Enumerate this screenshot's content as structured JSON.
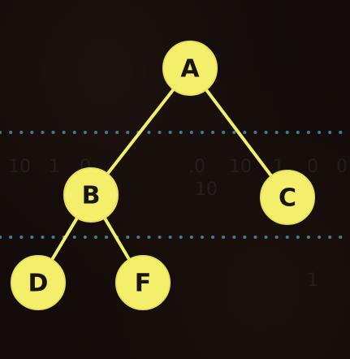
{
  "colors": {
    "background": "#120b09",
    "node_fill": "#f4ef6b",
    "node_stroke": "#e9e35a",
    "edge": "#f4ef6b",
    "label": "#1a1410",
    "dotted_line": "#3d7c93"
  },
  "tree": {
    "nodes": [
      {
        "id": "A",
        "label": "A"
      },
      {
        "id": "B",
        "label": "B"
      },
      {
        "id": "C",
        "label": "C"
      },
      {
        "id": "D",
        "label": "D"
      },
      {
        "id": "F",
        "label": "F"
      }
    ],
    "edges": [
      {
        "from": "A",
        "to": "B"
      },
      {
        "from": "A",
        "to": "C"
      },
      {
        "from": "B",
        "to": "D"
      },
      {
        "from": "B",
        "to": "F"
      }
    ]
  },
  "background_bits": [
    "10",
    "1",
    "0",
    ".0",
    "10",
    "1",
    "0",
    "0",
    "10",
    "1"
  ]
}
